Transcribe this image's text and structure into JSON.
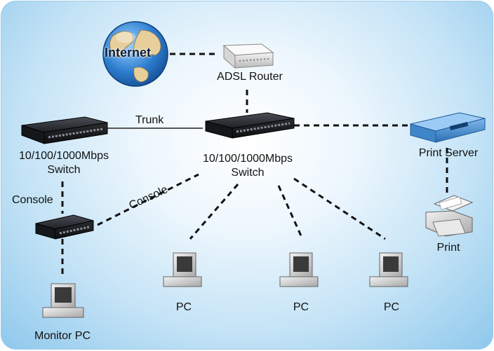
{
  "nodes": {
    "internet": "Internet",
    "adsl_router": "ADSL Router",
    "core_switch": [
      "10/100/1000Mbps",
      "Switch"
    ],
    "left_switch": [
      "10/100/1000Mbps",
      "Switch"
    ],
    "print_server": "Print Server",
    "printer": "Print",
    "monitor_pc": "Monitor PC",
    "pcs": [
      "PC",
      "PC",
      "PC"
    ]
  },
  "links": {
    "trunk": "Trunk",
    "console_left": "Console",
    "console_center": "Console"
  }
}
